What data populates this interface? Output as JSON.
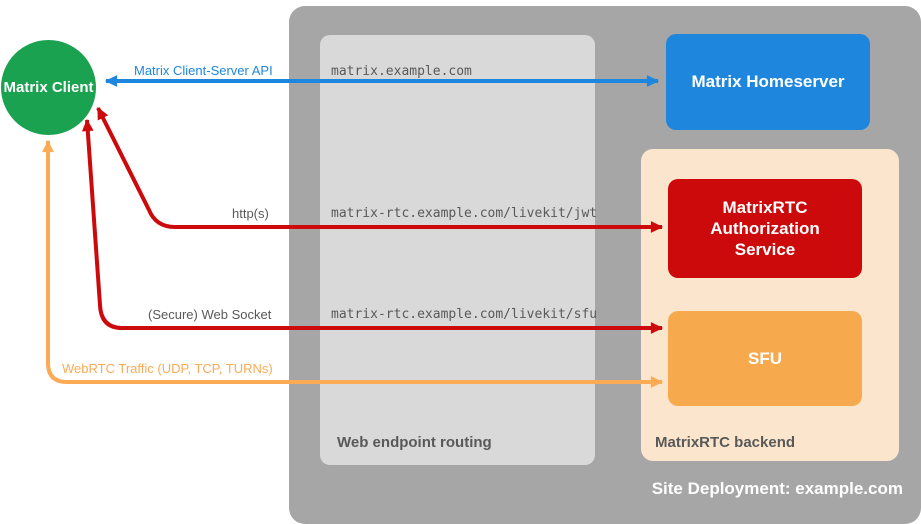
{
  "canvas": {
    "background": "#ffffff"
  },
  "client": {
    "label": "Matrix Client",
    "color": "#1aa251"
  },
  "deployment": {
    "label": "Site Deployment: example.com",
    "color": "#a6a6a6"
  },
  "routing": {
    "label": "Web endpoint routing",
    "color": "#d9d9d9",
    "endpoints": [
      "matrix.example.com",
      "matrix-rtc.example.com/livekit/jwt",
      "matrix-rtc.example.com/livekit/sfu"
    ]
  },
  "homeserver": {
    "label": "Matrix Homeserver",
    "color": "#1e87dd"
  },
  "backend": {
    "label": "MatrixRTC backend",
    "color": "#fce5cd",
    "auth": {
      "label": "MatrixRTC Authorization Service",
      "color": "#cc0a0c"
    },
    "sfu": {
      "label": "SFU",
      "color": "#f7a94e"
    }
  },
  "arrows": [
    {
      "label": "Matrix Client-Server API",
      "color": "#1e87dd",
      "from": "Matrix Client",
      "to": "Matrix Homeserver",
      "bidirectional": true
    },
    {
      "label": "http(s)",
      "color": "#cc0a0c",
      "from": "Matrix Client",
      "to": "MatrixRTC Authorization Service",
      "bidirectional": true
    },
    {
      "label": "(Secure) Web Socket",
      "color": "#cc0a0c",
      "from": "Matrix Client",
      "to": "SFU",
      "bidirectional": true
    },
    {
      "label": "WebRTC Traffic (UDP, TCP, TURNs)",
      "color": "#fbab55",
      "from": "Matrix Client",
      "to": "SFU",
      "bidirectional": true
    }
  ]
}
